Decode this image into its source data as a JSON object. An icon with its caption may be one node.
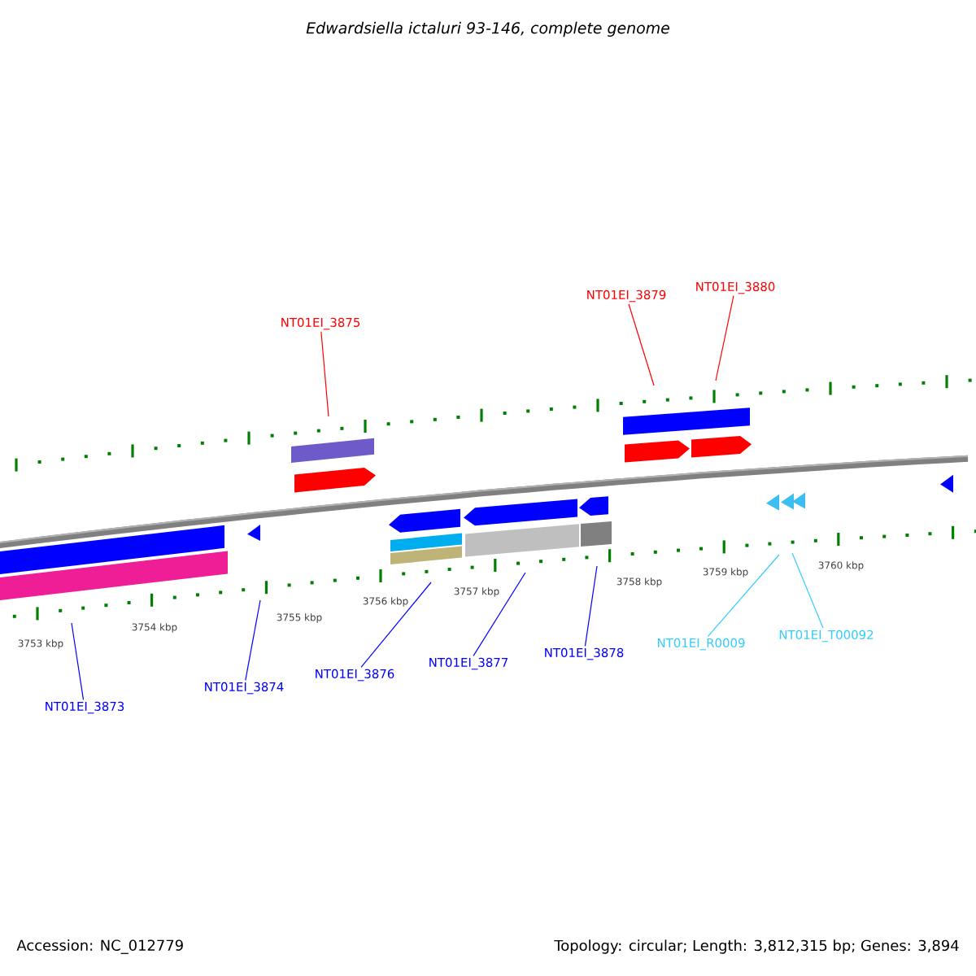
{
  "diagram": {
    "title": "Edwardsiella ictaluri 93-146, complete genome",
    "nodes": [
      {
        "text": [
          "NT01EI_3875"
        ]
      },
      {
        "text": [
          "NT01EI_3879"
        ]
      },
      {
        "text": [
          "NT01EI_3880"
        ]
      },
      {
        "text": [
          "NT01EI_3873"
        ]
      },
      {
        "text": [
          "NT01EI_3874"
        ]
      },
      {
        "text": [
          "NT01EI_3876"
        ]
      },
      {
        "text": [
          "NT01EI_3877"
        ]
      },
      {
        "text": [
          "NT01EI_3878"
        ]
      },
      {
        "text": [
          "NT01EI_R0009"
        ]
      },
      {
        "text": [
          "NT01EI_T00092"
        ]
      }
    ],
    "edges": [
      {
        "from": 0,
        "to": null,
        "arrow": "none",
        "color": "#ff0000"
      },
      {
        "from": 1,
        "to": null,
        "arrow": "none",
        "color": "#ff0000"
      },
      {
        "from": 2,
        "to": null,
        "arrow": "none",
        "color": "#ff0000"
      },
      {
        "from": 3,
        "to": null,
        "arrow": "none"
      },
      {
        "from": 4,
        "to": null,
        "arrow": "none"
      },
      {
        "from": 5,
        "to": null,
        "arrow": "none"
      },
      {
        "from": 6,
        "to": null,
        "arrow": "none"
      },
      {
        "from": 7,
        "to": null,
        "arrow": "none"
      },
      {
        "from": 8,
        "to": null,
        "arrow": "none",
        "color": "#33ccff"
      },
      {
        "from": 9,
        "to": null,
        "arrow": "none",
        "color": "#33ccff"
      }
    ],
    "labels": [
      "3753 kbp",
      "3754 kbp",
      "3755 kbp",
      "3756 kbp",
      "3757 kbp",
      "3758 kbp",
      "3759 kbp",
      "3760 kbp",
      "Accession: NC_012779",
      "Topology: circular; Length: 3,812,315 bp; Genes: 3,894"
    ]
  }
}
